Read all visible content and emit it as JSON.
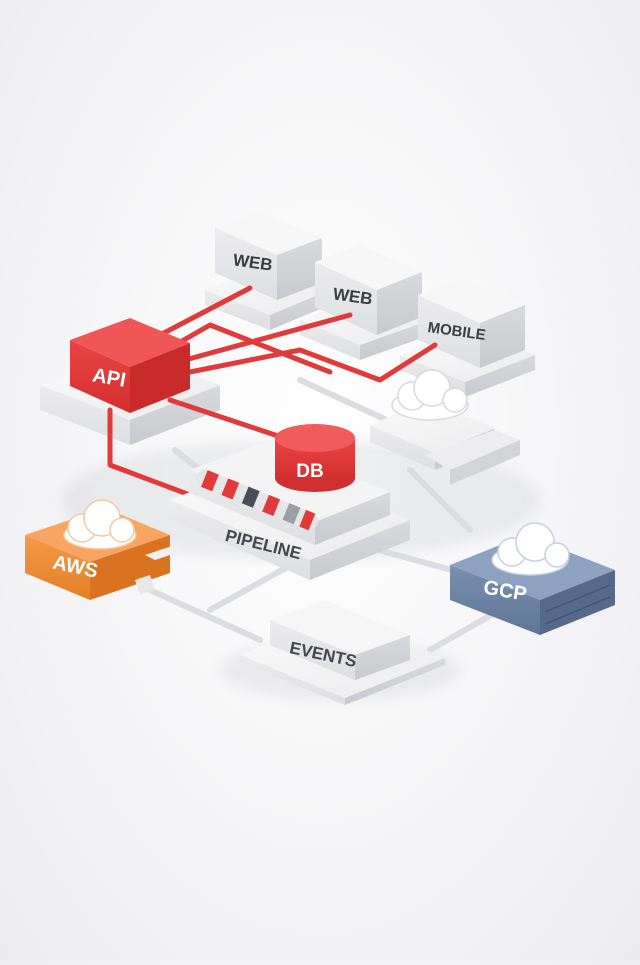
{
  "nodes": {
    "web_1": {
      "label": "WEB"
    },
    "web_2": {
      "label": "WEB"
    },
    "mobile": {
      "label": "MOBILE"
    },
    "api": {
      "label": "API"
    },
    "db": {
      "label": "DB"
    },
    "pipeline": {
      "label": "PIPELINE"
    },
    "aws": {
      "label": "AWS"
    },
    "gcp": {
      "label": "GCP"
    },
    "events": {
      "label": "EVENTS"
    }
  },
  "colors": {
    "accent_red": "#e23a3a",
    "aws_orange": "#ef8d33",
    "gcp_slate": "#6d84a6",
    "block_white": "#f3f3f4",
    "connector_grey": "#d9dadd"
  },
  "icons": [
    "cloud-icon",
    "cloud-icon",
    "cloud-icon"
  ]
}
